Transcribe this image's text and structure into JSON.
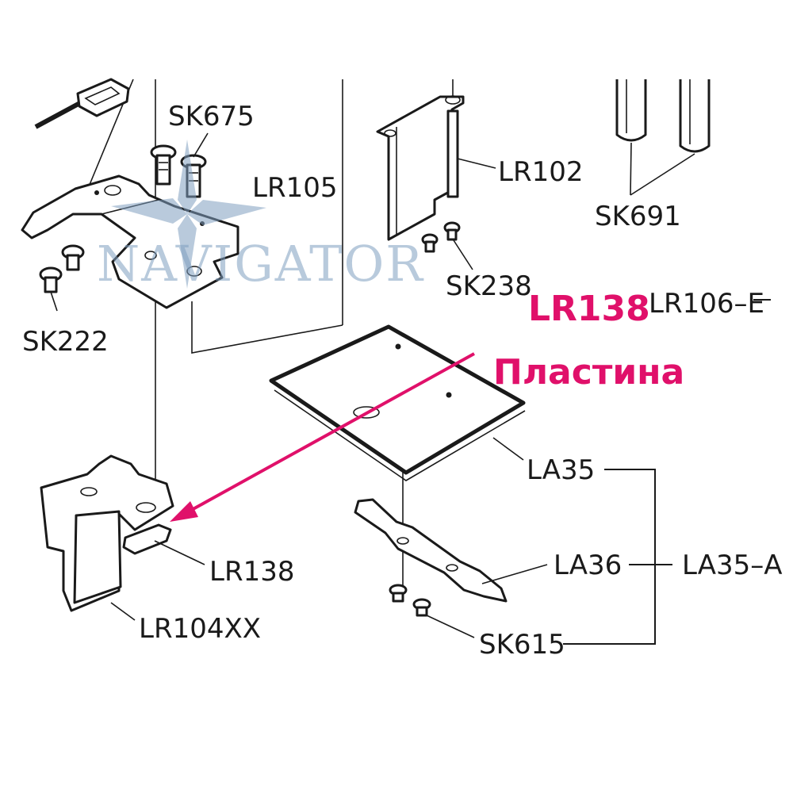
{
  "labels": {
    "sk675": "SK675",
    "lr105": "LR105",
    "lr102": "LR102",
    "sk691": "SK691",
    "sk238": "SK238",
    "sk222": "SK222",
    "lr106e": "LR106–E",
    "la35": "LA35",
    "la36": "LA36",
    "la35a": "LA35–A",
    "lr138": "LR138",
    "lr104xx": "LR104XX",
    "sk615": "SK615"
  },
  "highlight": {
    "part_number": "LR138",
    "part_name": "Пластина",
    "color": "#e0106a"
  },
  "watermark": {
    "text": "NAVIGATOR",
    "color": "#7f9fc0"
  },
  "icons": {
    "watermark_emblem": "compass-star-icon"
  }
}
